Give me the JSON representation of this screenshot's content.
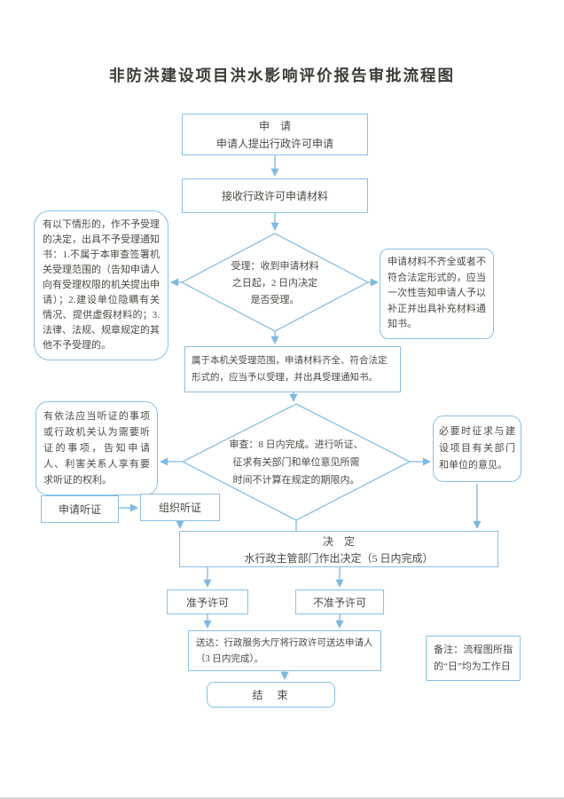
{
  "page": {
    "title": "非防洪建设项目洪水影响评价报告审批流程图"
  },
  "colors": {
    "line_blue": "#7db9e0",
    "border_blue": "#8ac0e4",
    "text": "#4b4a45"
  },
  "flowchart": {
    "apply": {
      "title": "申　请",
      "desc": "申请人提出行政许可申请"
    },
    "receive": {
      "label": "接收行政许可申请材料"
    },
    "accept_diamond": {
      "lines": [
        "受理：收到申请材料",
        "之日起，2 日内决定",
        "是否受理。"
      ]
    },
    "reject_note": {
      "text": "有以下情形的，作不予受理的决定，出具不予受理通知书：1.不属于本审查签署机关受理范围的（告知申请人向有受理权限的机关提出申请）；2.建设单位隐瞒有关情况、提供虚假材料的；3.法律、法规、规章规定的其他不予受理的。"
    },
    "supplement_note": {
      "text": "申请材料不齐全或者不符合法定形式的，应当一次性告知申请人予以补正并出具补充材料通知书。"
    },
    "accepted": {
      "text": "属于本机关受理范围，申请材料齐全、符合法定形式的，应当予以受理，并出具受理通知书。"
    },
    "review_diamond": {
      "lines": [
        "审查：8 日内完成。进行听证、",
        "征求有关部门和单位意见所需",
        "时间不计算在规定的期限内。"
      ]
    },
    "hearing_note": {
      "text": "有依法应当听证的事项或行政机关认为需要听证的事项，告知申请人、利害关系人享有要求听证的权利。"
    },
    "consult_note": {
      "text": "必要时征求与建设项目有关部门和单位的意见。"
    },
    "apply_hearing": {
      "label": "申请听证"
    },
    "organize_hearing": {
      "label": "组织听证"
    },
    "decision": {
      "title": "决　定",
      "desc": "水行政主管部门作出决定（5 日内完成）"
    },
    "grant": {
      "label": "准予许可"
    },
    "deny": {
      "label": "不准予许可"
    },
    "deliver": {
      "lines": [
        "送达：行政服务大厅将行政许可送达申请人",
        "（3 日内完成）。"
      ]
    },
    "end": {
      "label": "结　束"
    },
    "remark": {
      "text": "备注：流程图所指的“日”均为工作日"
    }
  }
}
